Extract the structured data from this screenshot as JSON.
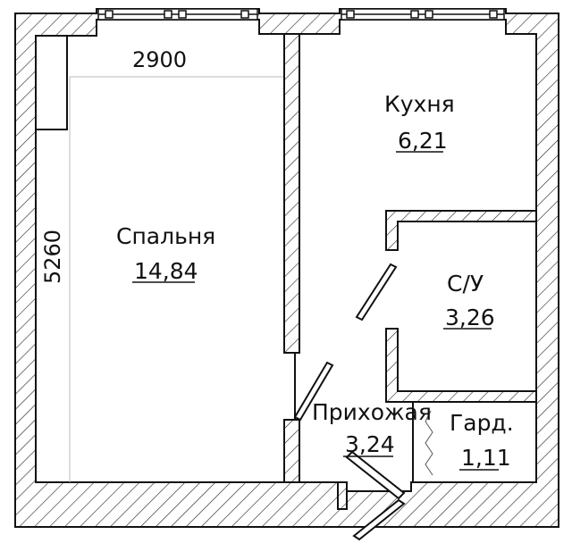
{
  "plan": {
    "dimensions": {
      "width": "2900",
      "height": "5260"
    },
    "rooms": [
      {
        "id": "bedroom",
        "name": "Спальня",
        "area": "14,84"
      },
      {
        "id": "kitchen",
        "name": "Кухня",
        "area": "6,21"
      },
      {
        "id": "bathroom",
        "name": "С/У",
        "area": "3,26"
      },
      {
        "id": "hallway",
        "name": "Прихожая",
        "area": "3,24"
      },
      {
        "id": "wardrobe",
        "name": "Гард.",
        "area": "1,11"
      }
    ]
  }
}
